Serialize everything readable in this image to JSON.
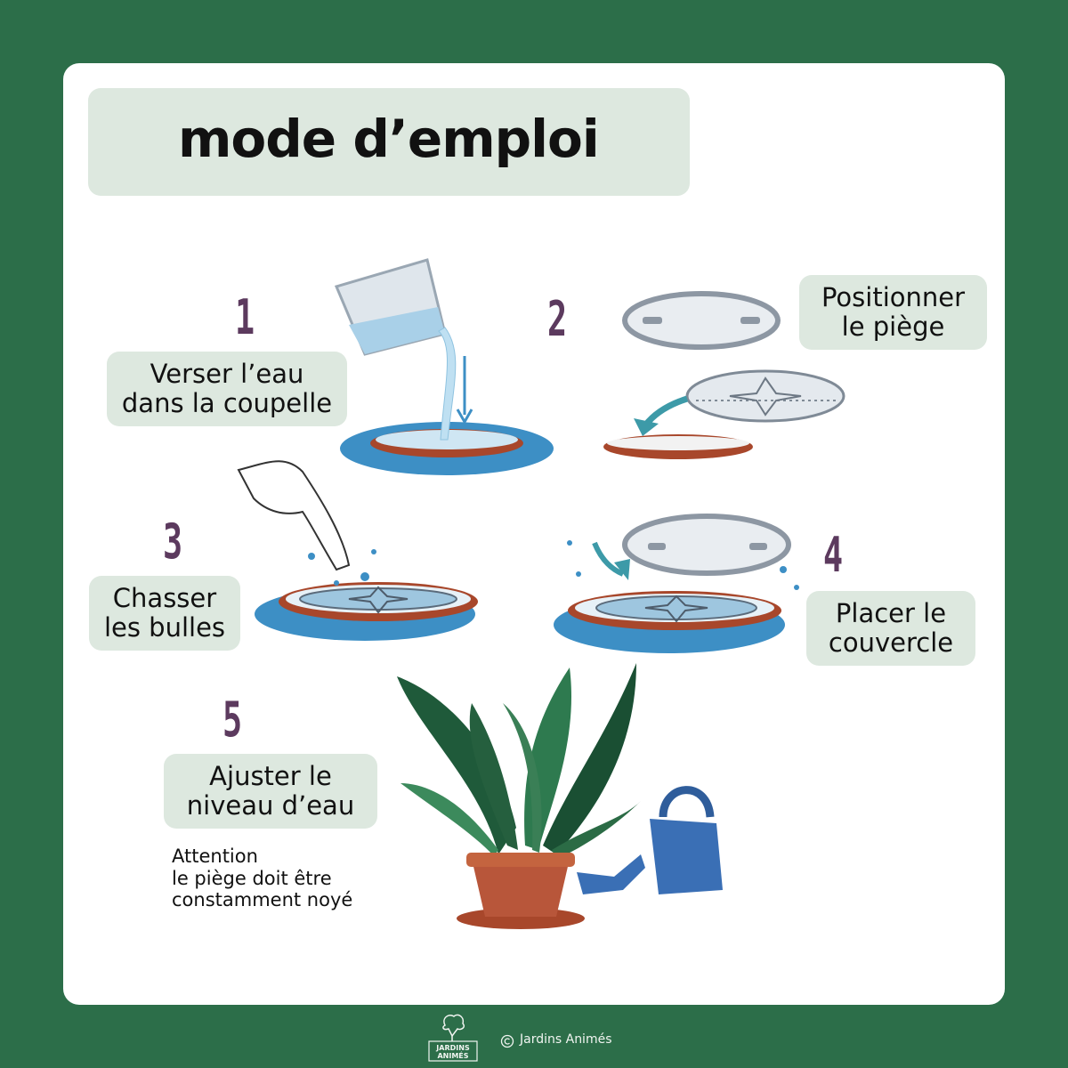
{
  "title": "mode d’emploi",
  "steps": [
    {
      "number": "1",
      "line1": "Verser l’eau",
      "line2": "dans la coupelle"
    },
    {
      "number": "2",
      "line1": "Positionner",
      "line2": "le piège"
    },
    {
      "number": "3",
      "line1": "Chasser",
      "line2": "les bulles"
    },
    {
      "number": "4",
      "line1": "Placer le",
      "line2": "couvercle"
    },
    {
      "number": "5",
      "line1": "Ajuster le",
      "line2": "niveau d’eau"
    }
  ],
  "note": {
    "line1": "Attention",
    "line2": "le piège doit être",
    "line3": "constamment noyé"
  },
  "footer": {
    "logo_line1": "JARDINS",
    "logo_line2": "ANIMÉS",
    "copyright": "Jardins Animés"
  },
  "colors": {
    "background": "#2c6e49",
    "label_bg": "#dde8df",
    "step_number": "#5c3a5e",
    "water": "#3d8fc5",
    "saucer": "#a8472b"
  }
}
